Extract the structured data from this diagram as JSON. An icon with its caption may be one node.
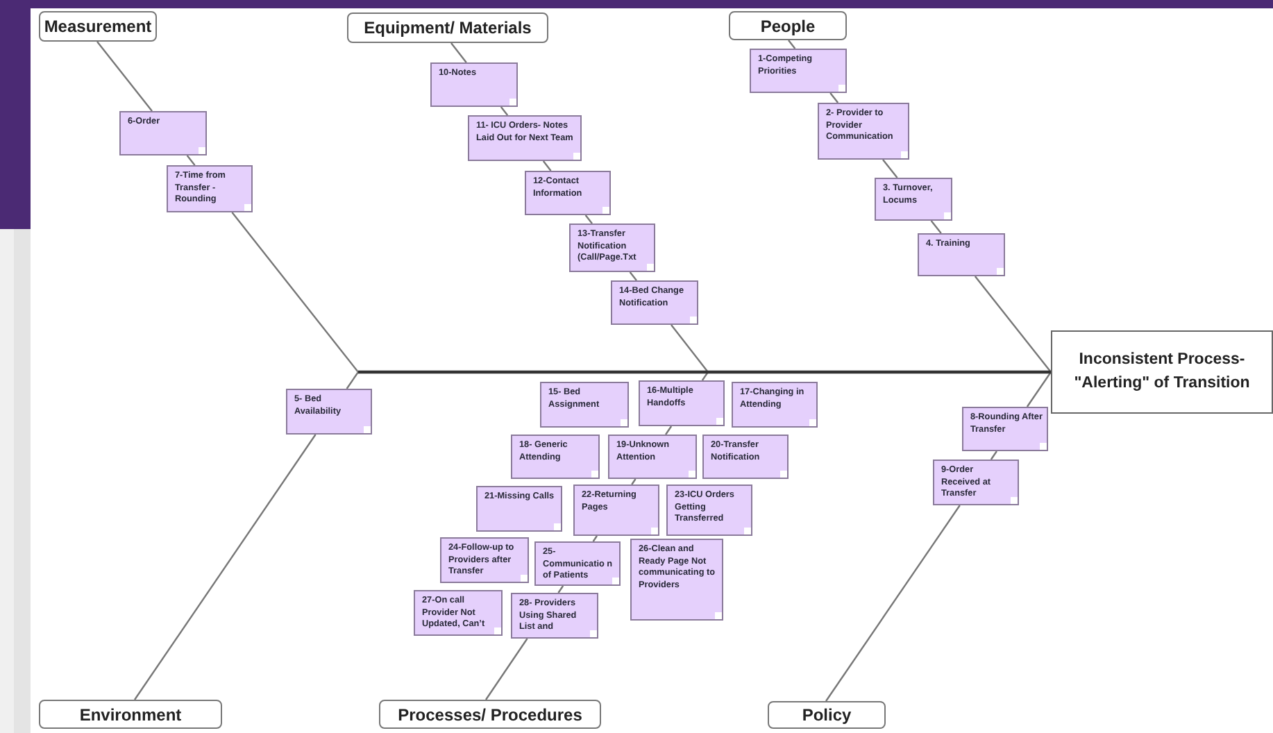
{
  "diagram": {
    "nodes": [
      {
        "text": [
          "Measurement"
        ]
      },
      {
        "text": [
          "Equipment/ Materials"
        ]
      },
      {
        "text": [
          "People"
        ]
      },
      {
        "text": [
          "6-Order"
        ]
      },
      {
        "text": [
          "7-Time from Transfer - Rounding"
        ]
      },
      {
        "text": [
          "10-Notes"
        ]
      },
      {
        "text": [
          "11- ICU Orders- Notes Laid Out for Next Team"
        ]
      },
      {
        "text": [
          "12-Contact Information"
        ]
      },
      {
        "text": [
          "13-Transfer Notification (Call/Page.Txt"
        ]
      },
      {
        "text": [
          "14-Bed Change Notification"
        ]
      },
      {
        "text": [
          "1-Competing Priorities"
        ]
      },
      {
        "text": [
          "2- Provider to Provider Communication"
        ]
      },
      {
        "text": [
          "3. Turnover, Locums"
        ]
      },
      {
        "text": [
          "4. Training"
        ]
      },
      {
        "text": [
          "Inconsistent Process- \"Alerting\" of Transition"
        ]
      },
      {
        "text": [
          "5- Bed Availability"
        ]
      },
      {
        "text": [
          "15- Bed Assignment"
        ]
      },
      {
        "text": [
          "16-Multiple Handoffs"
        ]
      },
      {
        "text": [
          "17-Changing in Attending"
        ]
      },
      {
        "text": [
          "8-Rounding After Transfer"
        ]
      },
      {
        "text": [
          "18- Generic Attending"
        ]
      },
      {
        "text": [
          "19-Unknown Attention"
        ]
      },
      {
        "text": [
          "20-Transfer Notification"
        ]
      },
      {
        "text": [
          "9-Order Received at Transfer"
        ]
      },
      {
        "text": [
          "21-Missing Calls"
        ]
      },
      {
        "text": [
          "22-Returning Pages"
        ]
      },
      {
        "text": [
          "23-ICU Orders Getting Transferred"
        ]
      },
      {
        "text": [
          "24-Follow-up to Providers after Transfer"
        ]
      },
      {
        "text": [
          "25- Communicatio n of Patients"
        ]
      },
      {
        "text": [
          "26-Clean and Ready Page Not communicating to Providers"
        ]
      },
      {
        "text": [
          "27-On call Provider Not Updated, Can’t"
        ]
      },
      {
        "text": [
          "28- Providers Using Shared List and"
        ]
      },
      {
        "text": [
          "Environment"
        ]
      },
      {
        "text": [
          "Processes/ Procedures"
        ]
      },
      {
        "text": [
          "Policy"
        ]
      }
    ],
    "edges": [
      {
        "from": 0,
        "to": 3,
        "arrow": "none"
      },
      {
        "from": 3,
        "to": 4,
        "arrow": "none"
      },
      {
        "from": 4,
        "to": 14,
        "arrow": "none"
      },
      {
        "from": 1,
        "to": 5,
        "arrow": "none"
      },
      {
        "from": 5,
        "to": 6,
        "arrow": "none"
      },
      {
        "from": 6,
        "to": 7,
        "arrow": "none"
      },
      {
        "from": 7,
        "to": 8,
        "arrow": "none"
      },
      {
        "from": 8,
        "to": 9,
        "arrow": "none"
      },
      {
        "from": 9,
        "to": 14,
        "arrow": "none"
      },
      {
        "from": 2,
        "to": 10,
        "arrow": "none"
      },
      {
        "from": 10,
        "to": 11,
        "arrow": "none"
      },
      {
        "from": 11,
        "to": 12,
        "arrow": "none"
      },
      {
        "from": 12,
        "to": 13,
        "arrow": "none"
      },
      {
        "from": 13,
        "to": 14,
        "arrow": "none"
      },
      {
        "from": 32,
        "to": 15,
        "arrow": "none"
      },
      {
        "from": 15,
        "to": 14,
        "arrow": "none"
      },
      {
        "from": 33,
        "to": 31,
        "arrow": "none"
      },
      {
        "from": 31,
        "to": 28,
        "arrow": "none"
      },
      {
        "from": 28,
        "to": 25,
        "arrow": "none"
      },
      {
        "from": 25,
        "to": 21,
        "arrow": "none"
      },
      {
        "from": 21,
        "to": 17,
        "arrow": "none"
      },
      {
        "from": 17,
        "to": 14,
        "arrow": "none"
      },
      {
        "from": 34,
        "to": 23,
        "arrow": "none"
      },
      {
        "from": 23,
        "to": 19,
        "arrow": "none"
      },
      {
        "from": 19,
        "to": 14,
        "arrow": "none"
      }
    ]
  }
}
